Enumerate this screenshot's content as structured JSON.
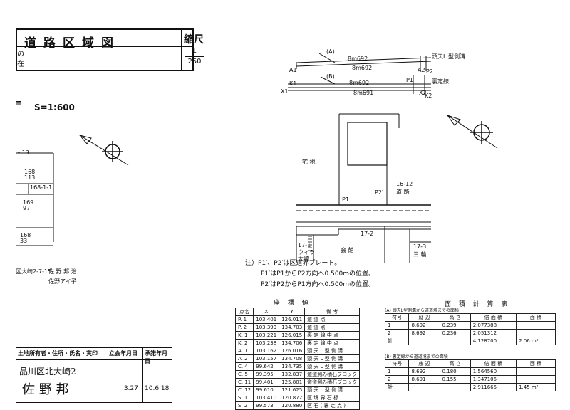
{
  "title": {
    "text": "道路区域図",
    "scale_label": "縮尺",
    "scale_num": "1",
    "scale_den": "250",
    "row1": "の",
    "row2": "在"
  },
  "left_map": {
    "scale": "S=1:600",
    "lots": [
      "~13",
      "168",
      "113",
      "168-1-1",
      "169",
      "97",
      "168",
      "33"
    ],
    "addr1": "区大崎2-7-15",
    "name1": "佐 野 邦 治",
    "name2": "佐野アイ子"
  },
  "profiles": {
    "label_a": "(A)",
    "label_b": "(B)",
    "a_top": "8m692",
    "a_bot": "8m692",
    "b_top": "8m692",
    "b_bot": "8m691",
    "a_right_note": "頭天L 型側溝",
    "b_right_note": "裏定線",
    "pts": [
      "A1",
      "A2",
      "X1",
      "X2",
      "P1",
      "P2",
      "K1",
      "K2"
    ]
  },
  "plan": {
    "lot_left": "宅 地",
    "lot_right_num": "16-12",
    "lot_right_name": "道 路",
    "lot_bl_num": "17-1",
    "lot_bl_name": "ウィラ",
    "lot_bl_sub": "大崎",
    "lot_bc": "会 館",
    "lot_br_num": "17-3",
    "lot_br_name": "三 輪",
    "lot_b": "17-2",
    "p1": "P1",
    "p2": "P2'"
  },
  "notes": [
    "注）P1′、P2′は区道界プレート。",
    "P1′はP1からP2方向へ0.500mの位置。",
    "P2′はP2からP1方向へ0.500mの位置。"
  ],
  "coords": {
    "heading": "座 標 値",
    "headers": [
      "点名",
      "X",
      "Y",
      "備 考"
    ],
    "rows": [
      [
        "P. 1",
        "103.401",
        "126.011",
        "道 道 点"
      ],
      [
        "P. 2",
        "103.393",
        "134.703",
        "道 道 点"
      ],
      [
        "K. 1",
        "103.221",
        "126.015",
        "裏 定 線 中 点"
      ],
      [
        "K. 2",
        "103.238",
        "134.706",
        "裏 定 線 中 点"
      ],
      [
        "A. 1",
        "103.162",
        "126.016",
        "頭 天 L 型 側 溝"
      ],
      [
        "A. 2",
        "103.157",
        "134.708",
        "頭 天 L 型 側 溝"
      ],
      [
        "C. 4",
        "99.642",
        "134.735",
        "頭 天 L 型 側 溝"
      ],
      [
        "C. 5",
        "99.395",
        "132.837",
        "道道測み積石ブロック"
      ],
      [
        "C. 11",
        "99.401",
        "125.801",
        "道道測み積石ブロック"
      ],
      [
        "C. 12",
        "99.610",
        "121.625",
        "頭 天 L 型 側 溝"
      ],
      [
        "S. 1",
        "103.410",
        "120.872",
        "区 境 界 石 標"
      ],
      [
        "S. 2",
        "99.573",
        "120.880",
        "区 石 ( 裏 定 点 )"
      ]
    ]
  },
  "area": {
    "heading": "面 積 計 算 表",
    "table_a": {
      "caption": "(A) 頭天L型側溝から道道境までの面積",
      "headers": [
        "符号",
        "延 辺",
        "高 さ",
        "倍 面 積",
        "面 積"
      ],
      "rows": [
        [
          "1",
          "8.692",
          "0.239",
          "2.077388",
          ""
        ],
        [
          "2",
          "8.692",
          "0.236",
          "2.051312",
          ""
        ],
        [
          "計",
          "",
          "",
          "4.128700",
          "2.06 m²"
        ]
      ]
    },
    "table_b": {
      "caption": "(B) 裏定線から道道境までの面積",
      "headers": [
        "符号",
        "底 辺",
        "高 さ",
        "倍 面 積",
        "面 積"
      ],
      "rows": [
        [
          "1",
          "8.692",
          "0.180",
          "1.564560",
          ""
        ],
        [
          "2",
          "8.691",
          "0.155",
          "1.347105",
          ""
        ],
        [
          "計",
          "",
          "",
          "2.911665",
          "1.45 m²"
        ]
      ]
    }
  },
  "owner": {
    "h1": "土地所有者・住所・氏名・実印",
    "h2": "立会年月日",
    "h3": "承諾年月日",
    "addr": "品川区北大崎2",
    "name": "佐 野 邦",
    "date1": ".3.27",
    "date2": "10.6.18"
  }
}
